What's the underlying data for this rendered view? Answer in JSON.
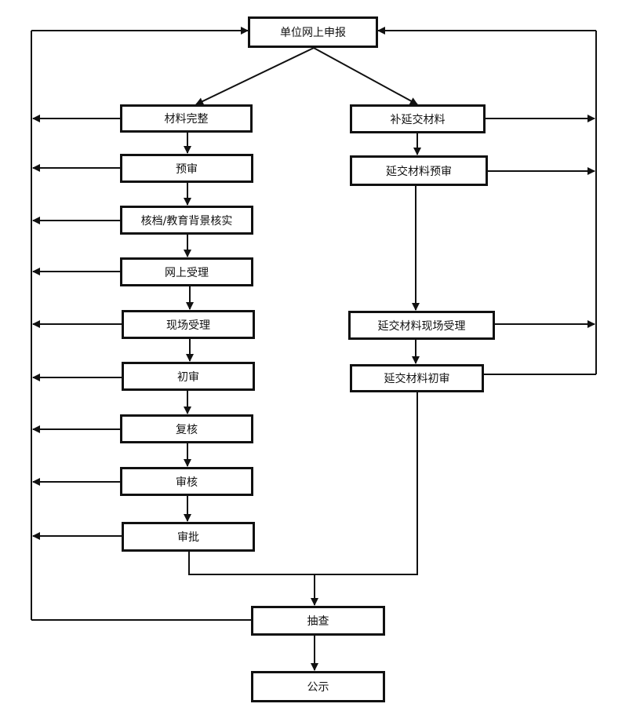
{
  "nodes": {
    "submit": "单位网上申报",
    "complete": "材料完整",
    "pre_review": "预审",
    "verify": "核档/教育背景核实",
    "online_accept": "网上受理",
    "onsite_accept": "现场受理",
    "first_review": "初审",
    "re_review": "复核",
    "audit": "审核",
    "approve": "审批",
    "supplement": "补延交材料",
    "supp_pre_review": "延交材料预审",
    "supp_onsite_accept": "延交材料现场受理",
    "supp_first_review": "延交材料初审",
    "spot_check": "抽查",
    "publicize": "公示"
  }
}
